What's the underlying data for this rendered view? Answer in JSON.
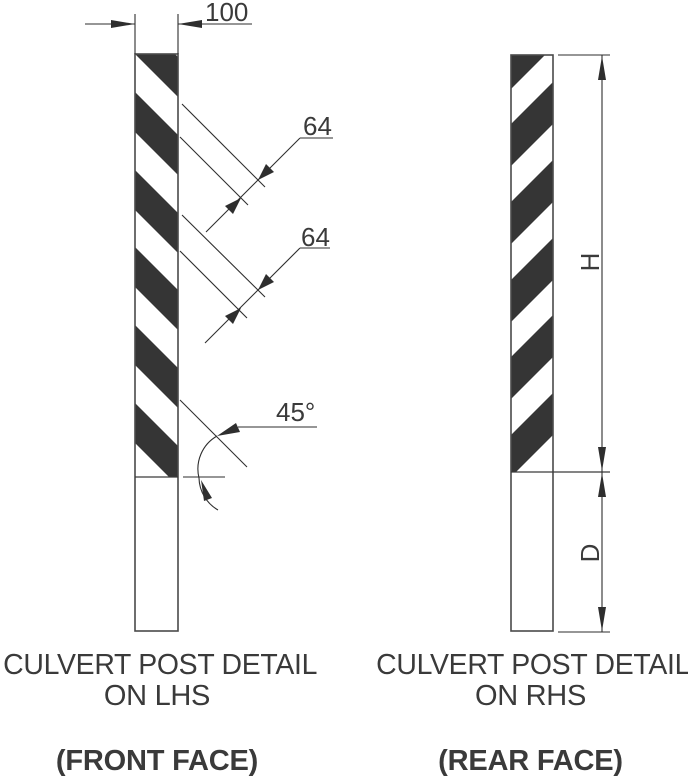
{
  "drawing": {
    "left_post": {
      "title_line1": "CULVERT POST DETAIL",
      "title_line2": "ON LHS",
      "face_label": "(FRONT FACE)",
      "stripe_direction": "down-right (\\)",
      "dimensions": {
        "width": "100",
        "stripe_width_1": "64",
        "stripe_width_2": "64",
        "stripe_angle": "45°"
      }
    },
    "right_post": {
      "title_line1": "CULVERT POST DETAIL",
      "title_line2": "ON RHS",
      "face_label": "(REAR FACE)",
      "stripe_direction": "down-left (/)",
      "dimensions": {
        "height_label": "H",
        "depth_label": "D"
      }
    },
    "colors": {
      "stripe": "#353535",
      "line": "#3b3b3b",
      "text": "#3a3a3a",
      "background": "#ffffff"
    }
  }
}
